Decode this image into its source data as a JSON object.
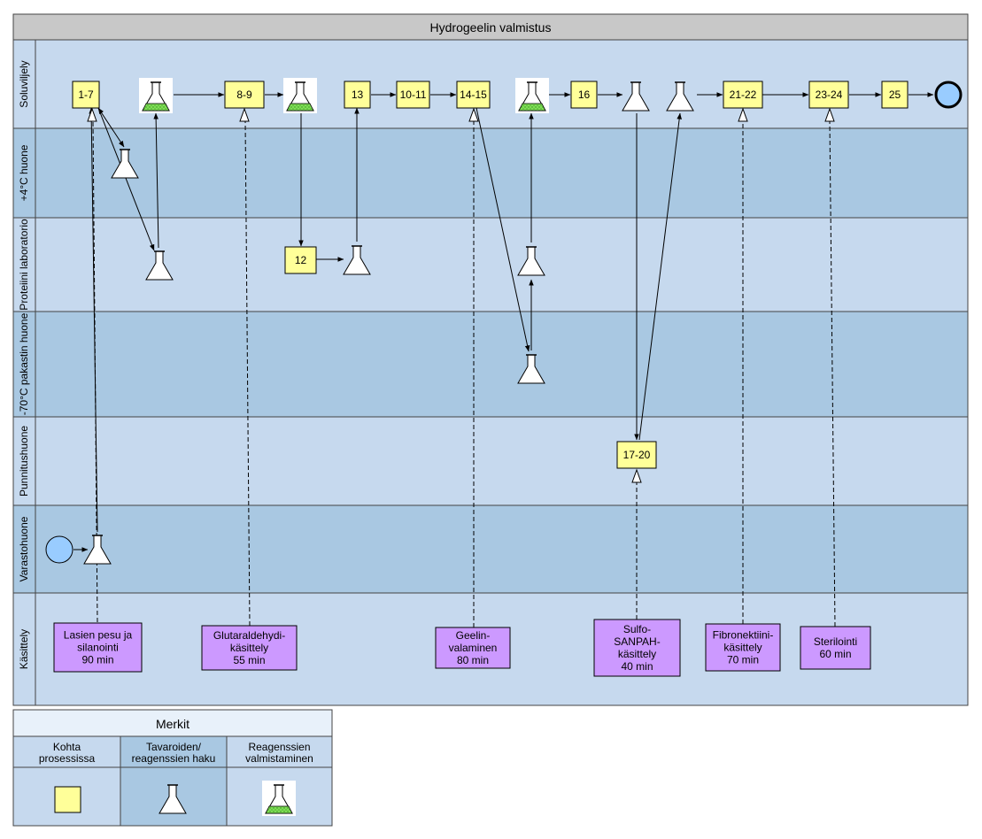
{
  "pool": {
    "title": "Hydrogeelin valmistus"
  },
  "lanes": [
    {
      "id": "soluviljely",
      "label": "Soluviljely"
    },
    {
      "id": "huone4",
      "label": "+4°C huone"
    },
    {
      "id": "proteiini",
      "label": "Proteiini laboratorio"
    },
    {
      "id": "pakastin",
      "label": "-70°C pakastin huone"
    },
    {
      "id": "punnitus",
      "label": "Punnitushuone"
    },
    {
      "id": "varasto",
      "label": "Varastohuone"
    },
    {
      "id": "kasittely",
      "label": "Käsittely"
    }
  ],
  "steps": [
    {
      "id": "s1",
      "label": "1-7"
    },
    {
      "id": "s2",
      "label": "8-9"
    },
    {
      "id": "s3",
      "label": "13"
    },
    {
      "id": "s4",
      "label": "10-11"
    },
    {
      "id": "s5",
      "label": "14-15"
    },
    {
      "id": "s6",
      "label": "16"
    },
    {
      "id": "s7",
      "label": "21-22"
    },
    {
      "id": "s8",
      "label": "23-24"
    },
    {
      "id": "s9",
      "label": "25"
    },
    {
      "id": "s10",
      "label": "12"
    },
    {
      "id": "s11",
      "label": "17-20"
    }
  ],
  "treatments": [
    {
      "id": "t1",
      "lines": [
        "Lasien pesu ja",
        "silanointi",
        "90 min"
      ]
    },
    {
      "id": "t2",
      "lines": [
        "Glutaraldehydi-",
        "käsittely",
        "55 min"
      ]
    },
    {
      "id": "t3",
      "lines": [
        "Geelin-",
        "valaminen",
        "80 min"
      ]
    },
    {
      "id": "t4",
      "lines": [
        "Sulfo-",
        "SANPAH-",
        "käsittely",
        "40 min"
      ]
    },
    {
      "id": "t5",
      "lines": [
        "Fibronektiini-",
        "käsittely",
        "70 min"
      ]
    },
    {
      "id": "t6",
      "lines": [
        "Sterilointi",
        "60 min"
      ]
    }
  ],
  "legend": {
    "title": "Merkit",
    "columns": [
      {
        "lines": [
          "Kohta",
          "prosessissa"
        ]
      },
      {
        "lines": [
          "Tavaroiden/",
          "reagenssien haku"
        ]
      },
      {
        "lines": [
          "Reagenssien",
          "valmistaminen"
        ]
      }
    ]
  },
  "colors": {
    "pool_header": "#c8c8c8",
    "lane_light": "#c6d9ee",
    "lane_dark": "#a9c8e2",
    "step_fill": "#ffff99",
    "treatment_fill": "#cc99ff",
    "event_fill": "#99ccff",
    "legend_header": "#e8f1fa",
    "flask_liquid": "#7fdd55"
  },
  "icons": {
    "flask": "erlenmeyer-flask-icon",
    "flask_filled": "reagent-flask-icon",
    "start": "start-event-icon",
    "end": "end-event-icon"
  }
}
